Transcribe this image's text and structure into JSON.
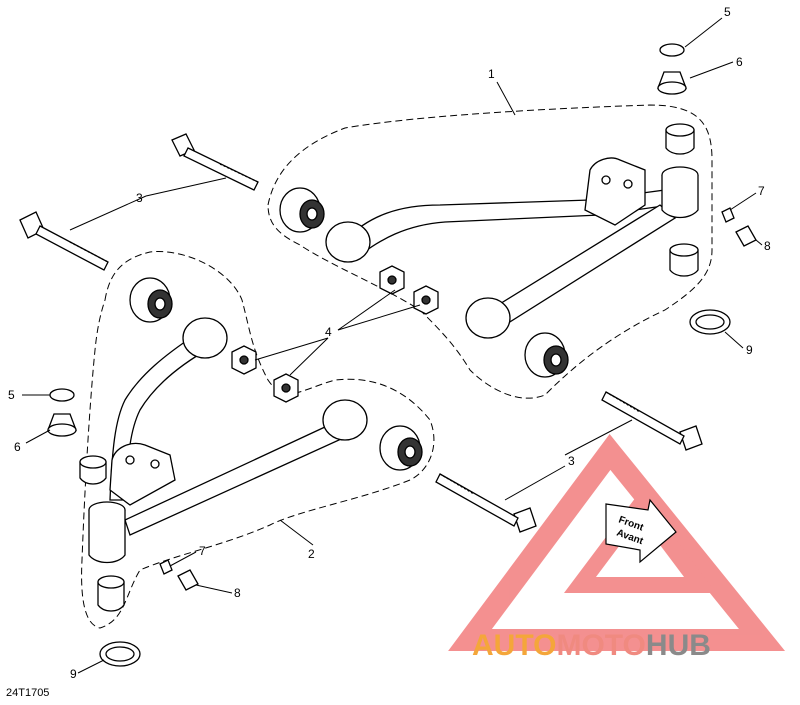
{
  "diagram": {
    "part_callouts": {
      "c1": "1",
      "c2": "2",
      "c3_upper": "3",
      "c3_lower": "3",
      "c4": "4",
      "c5_right": "5",
      "c5_left": "5",
      "c6_right": "6",
      "c6_left": "6",
      "c7_right": "7",
      "c7_left": "7",
      "c8_right": "8",
      "c8_left": "8",
      "c9_right": "9",
      "c9_left": "9"
    },
    "front_arrow": {
      "line1": "Front",
      "line2": "Avant"
    },
    "figure_code": "24T1705"
  },
  "watermark": {
    "brand_part1": "AUTO",
    "brand_part2": "MOTO",
    "brand_part3": "HUB",
    "colors": {
      "part1": "#f4a63a",
      "part2": "#f08a80",
      "part3": "#8a8a8a",
      "triangle": "#f06b6b"
    }
  }
}
